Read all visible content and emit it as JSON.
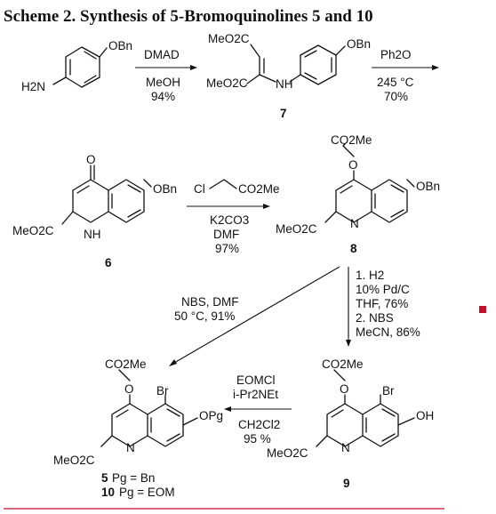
{
  "title": "Scheme 2. Synthesis of 5-Bromoquinolines 5 and 10",
  "colors": {
    "ink": "#111111",
    "rule": "#c0102a",
    "marker": "#c0102a"
  },
  "compounds": {
    "aniline": {
      "amine": "H2N",
      "ether": "OBn"
    },
    "c7": {
      "number": "7",
      "ester_top": "MeO2C",
      "ester_left": "MeO2C",
      "nh": "NH",
      "ether": "OBn"
    },
    "c6": {
      "number": "6",
      "ester": "MeO2C",
      "nh": "NH",
      "ether": "OBn",
      "carbonyl": "O"
    },
    "c8": {
      "number": "8",
      "ester": "MeO2C",
      "n": "N",
      "ether": "OBn",
      "side_chain": "CO2Me",
      "ring_o": "O"
    },
    "c9": {
      "number": "9",
      "ester": "MeO2C",
      "n": "N",
      "oh": "OH",
      "br": "Br",
      "side_chain": "CO2Me",
      "ring_o": "O"
    },
    "c5": {
      "number_a": "5",
      "text_a": "Pg = Bn",
      "number_b": "10",
      "text_b": "Pg = EOM",
      "ester": "MeO2C",
      "n": "N",
      "opg": "OPg",
      "br": "Br",
      "side_chain": "CO2Me",
      "ring_o": "O"
    }
  },
  "reagent": {
    "cl": "Cl",
    "ester": "CO2Me"
  },
  "conditions": {
    "step1": {
      "above": "DMAD",
      "below": "MeOH",
      "yield": "94%"
    },
    "step2": {
      "above": "Ph2O",
      "below": "245 °C",
      "yield": "70%"
    },
    "step3": {
      "line1": "K2CO3",
      "line2": "DMF",
      "yield": "97%"
    },
    "step4": {
      "line1": "1. H2",
      "line2": "10% Pd/C",
      "line3": "THF, 76%",
      "line4": "2. NBS",
      "line5": "MeCN, 86%"
    },
    "step5": {
      "line1": "NBS, DMF",
      "line2": "50 °C, 91%"
    },
    "step6": {
      "line1": "EOMCl",
      "line2": "i-Pr2NEt",
      "line3": "CH2Cl2",
      "line4": "95 %"
    }
  }
}
